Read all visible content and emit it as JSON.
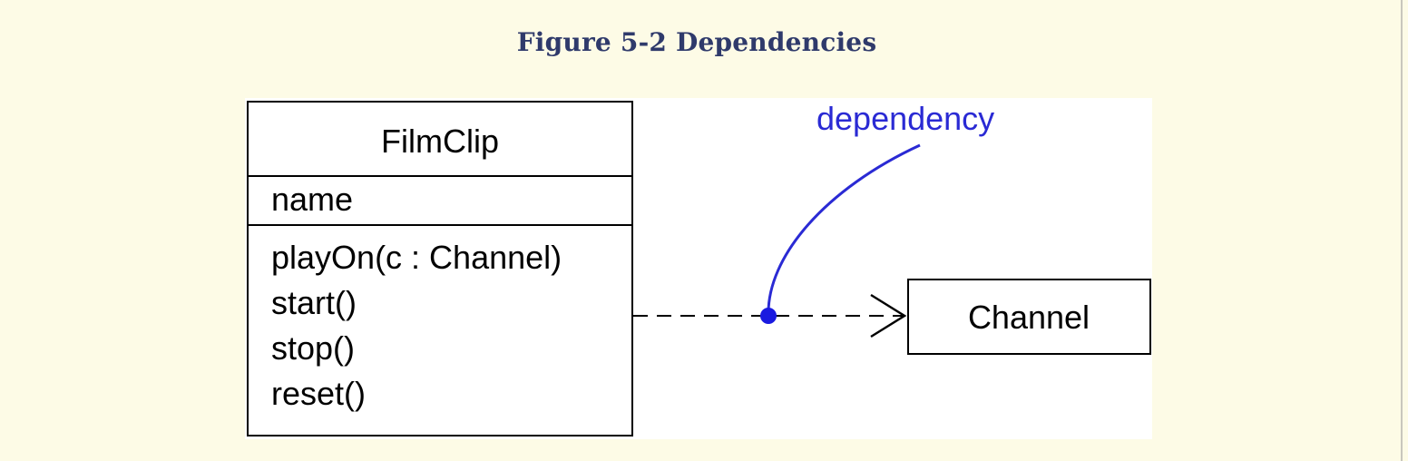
{
  "figure": {
    "title": "Figure 5-2 Dependencies"
  },
  "diagram": {
    "classes": [
      {
        "name": "FilmClip",
        "attributes": [
          "name"
        ],
        "operations": [
          "playOn(c : Channel)",
          "start()",
          "stop()",
          "reset()"
        ]
      },
      {
        "name": "Channel"
      }
    ],
    "relationship": {
      "type": "dependency",
      "from": "FilmClip",
      "to": "Channel",
      "line_style": "dashed",
      "arrowhead": "open"
    },
    "annotation": {
      "label": "dependency",
      "color": "#2a2ad4"
    }
  }
}
